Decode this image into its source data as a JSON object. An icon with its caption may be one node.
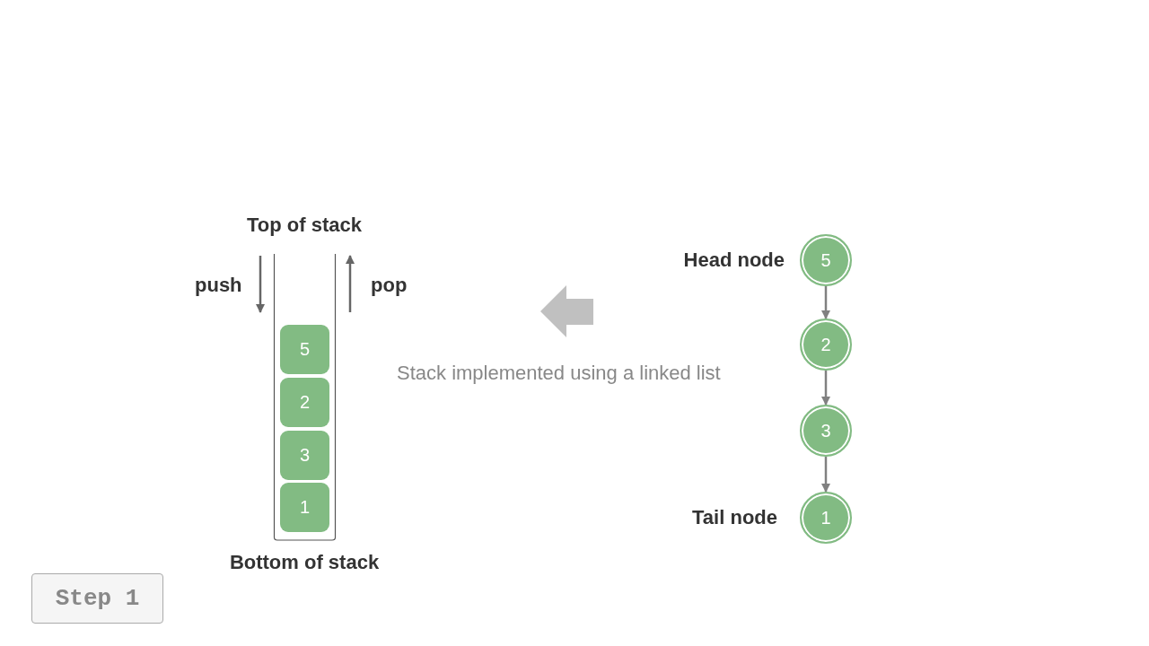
{
  "diagram": {
    "nodes": [
      {
        "text": [],
        "shape": "box",
        "beside": [
          "Top of stack",
          "Bottom of stack"
        ]
      },
      {
        "text": [
          "5"
        ],
        "in": 0
      },
      {
        "text": [
          "2"
        ],
        "in": 0
      },
      {
        "text": [
          "3"
        ],
        "in": 0
      },
      {
        "text": [
          "1"
        ],
        "in": 0
      },
      {
        "text": [
          "5"
        ],
        "beside": [
          "Head node"
        ]
      },
      {
        "text": [
          "2"
        ]
      },
      {
        "text": [
          "3"
        ]
      },
      {
        "text": [
          "1"
        ],
        "beside": [
          "Tail node"
        ]
      },
      {
        "text": [
          "Step 1"
        ]
      }
    ],
    "edges": [
      {
        "from": 5,
        "to": 6,
        "arrow": "to"
      },
      {
        "from": 6,
        "to": 7,
        "arrow": "to"
      },
      {
        "from": 7,
        "to": 8,
        "arrow": "to"
      }
    ],
    "labels": [
      "push",
      "pop",
      "Stack implemented using a linked list"
    ]
  }
}
